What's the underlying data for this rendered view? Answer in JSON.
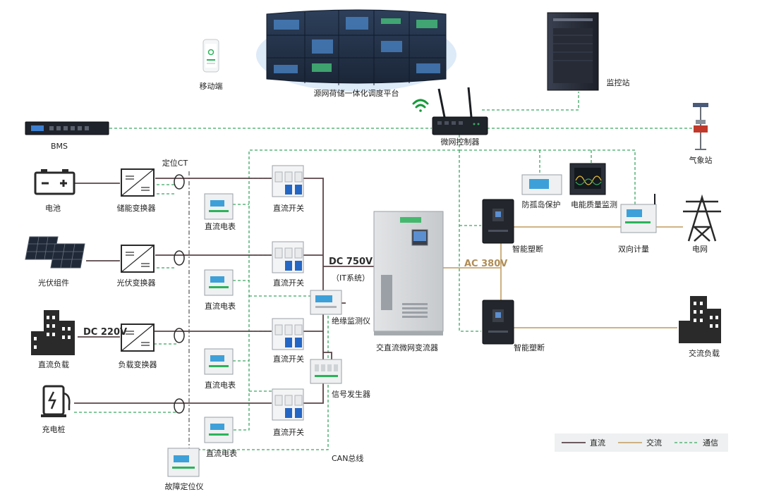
{
  "labels": {
    "mobile": "移动端",
    "platform": "源网荷储一体化调度平台",
    "monitor": "监控站",
    "bms": "BMS",
    "controller": "微网控制器",
    "weather": "气象站",
    "battery": "电池",
    "storage_conv": "储能变换器",
    "locate_ct": "定位CT",
    "dc_switch": "直流开关",
    "dc_meter": "直流电表",
    "pv_module": "光伏组件",
    "pv_conv": "光伏变换器",
    "dc_load": "直流负载",
    "dc220": "DC 220V",
    "load_conv": "负载变换器",
    "ev_charger": "充电桩",
    "fault_locator": "故障定位仪",
    "dc750": "DC 750V",
    "it_system": "（IT系统）",
    "insulation": "绝缘监测仪",
    "signal_gen": "信号发生器",
    "can_bus": "CAN总线",
    "acdc": "交直流微网变流器",
    "ac380": "AC 380V",
    "breaker": "智能塑断",
    "anti_island": "防孤岛保护",
    "pq_monitor": "电能质量监测",
    "bidir_meter": "双向计量",
    "grid": "电网",
    "ac_load": "交流负载"
  },
  "legend": {
    "dc": "直流",
    "ac": "交流",
    "comm": "通信"
  },
  "colors": {
    "dc_line": "#5a4448",
    "ac_line": "#c9a873",
    "comm_line": "#3aa860",
    "accent_green": "#1a9a3c",
    "device_dark": "#222831",
    "text": "#222222"
  }
}
